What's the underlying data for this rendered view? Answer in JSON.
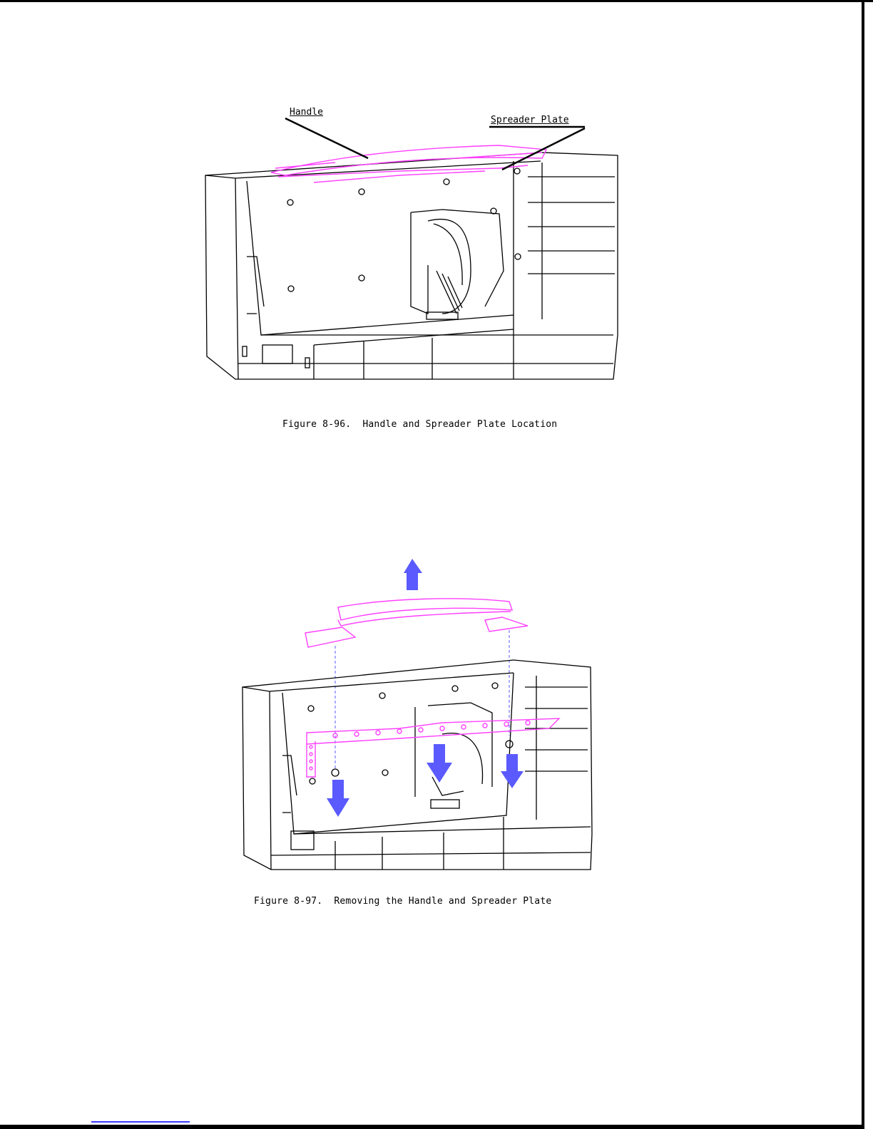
{
  "figures": [
    {
      "caption": "Figure 8-96.  Handle and Spreader Plate Location",
      "callouts": [
        "Handle",
        "Spreader Plate"
      ]
    },
    {
      "caption": "Figure 8-97.  Removing the Handle and Spreader Plate"
    }
  ],
  "colors": {
    "highlight": "#ff40ff",
    "arrow": "#5a5aff",
    "line": "#000000"
  }
}
